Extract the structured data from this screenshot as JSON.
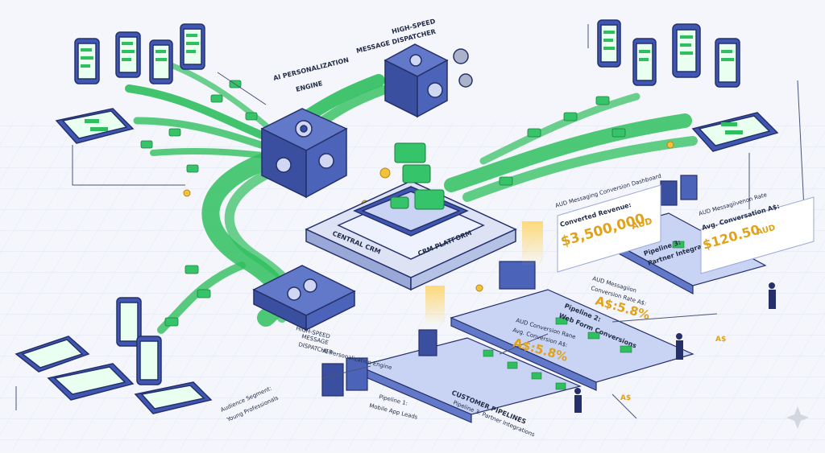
{
  "labels": {
    "ai_engine_top": [
      "AI PERSONALIZATION",
      "ENGINE"
    ],
    "dispatcher_top": [
      "HIGH-SPEED",
      "MESSAGE DISPATCHER"
    ],
    "crm_left": "CENTRAL CRM",
    "crm_right": "CRM PLATFORM",
    "dispatcher_bottom": [
      "HIGH-SPEED",
      "MESSAGE",
      "DISPATCHER"
    ],
    "ai_engine_bottom": "AI Personalization Engine",
    "audience": [
      "Audience Segment:",
      "Young Professionals"
    ],
    "pipeline1": [
      "Pipeline 1:",
      "Mobile App Leads"
    ],
    "customer_pipelines": [
      "CUSTOMER PIPELINES",
      "Pipeline 3: Partner Integrations"
    ],
    "pipeline2": [
      "Pipeline 2:",
      "Web Form Conversions"
    ],
    "pipeline3": [
      "Pipeline 3:",
      "Partner Integrations"
    ]
  },
  "dashboard": {
    "title": "AUD Messaging Conversion Dashboard",
    "revenue_label": "Converted Revenue:",
    "revenue_value": "$3,500,000",
    "revenue_unit": "AUD"
  },
  "rate_panel": {
    "title": "AUD Messagiivenon Rate",
    "label": "Avg. Conversation A$:",
    "value": "$120.50",
    "unit": "AUD"
  },
  "conv_panel_right": {
    "title": "AUD Messagiion",
    "label": "Conversion Rate A$:",
    "value": "A$:5.8%"
  },
  "conv_panel_left": {
    "title": "AUD Conversion Rane",
    "label": "Avg. Conversion A$:",
    "value": "A$:5.8%"
  },
  "currency_tags": [
    "A$",
    "A$"
  ],
  "colors": {
    "accent_green": "#2fbf5e",
    "device_blue": "#3a4fa0",
    "gold": "#e0a21a",
    "ink": "#1f2a44"
  }
}
